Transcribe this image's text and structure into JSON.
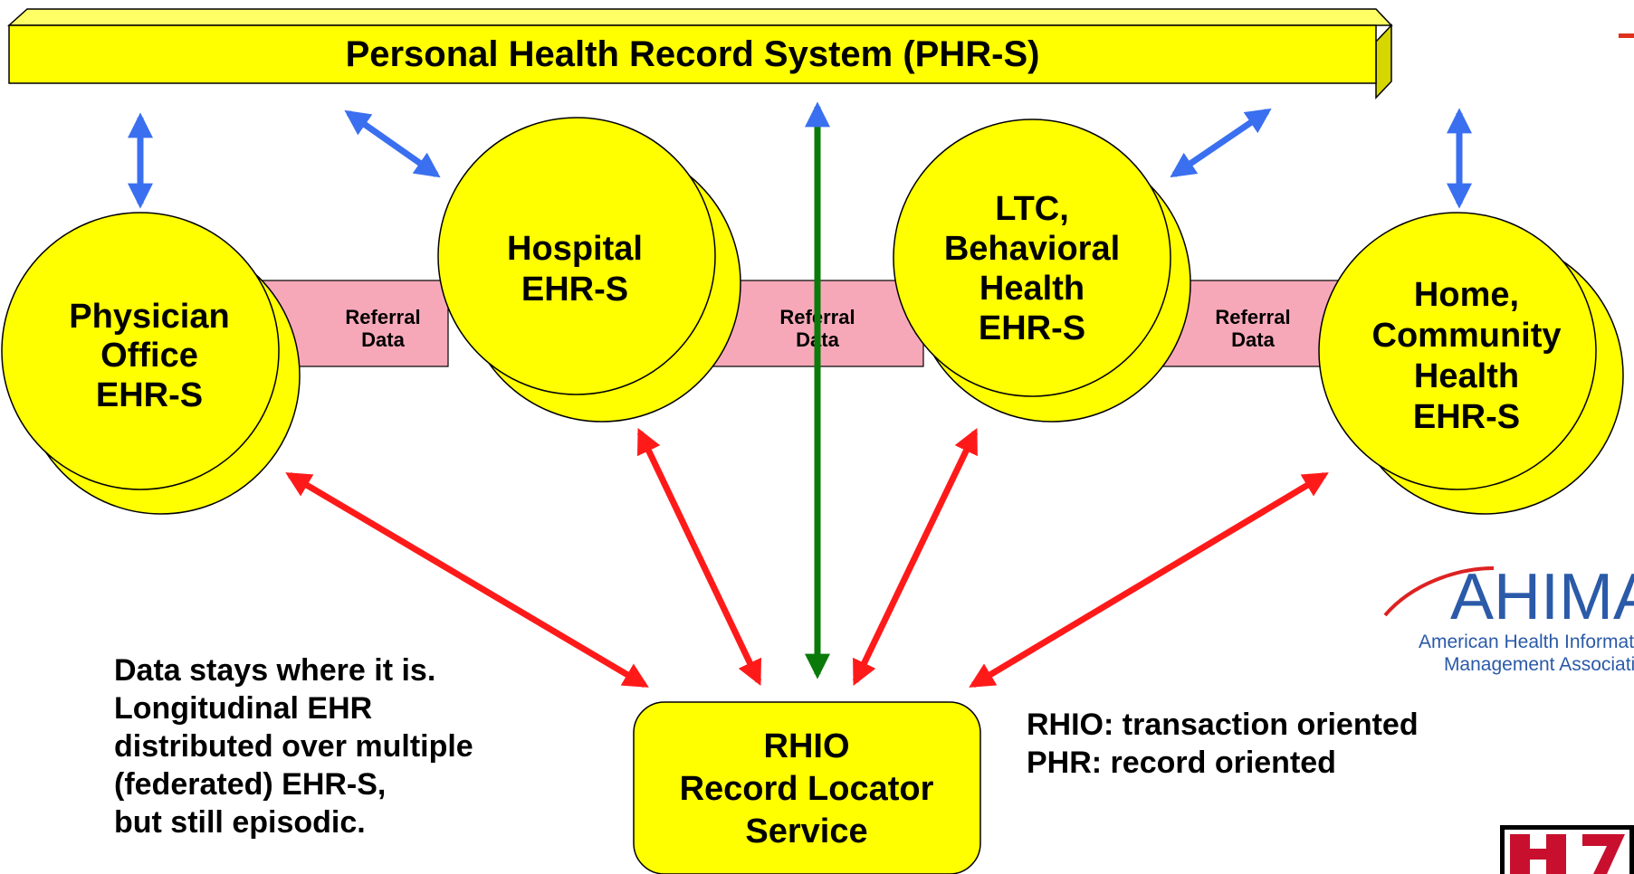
{
  "banner": {
    "title": "Personal Health Record System (PHR-S)"
  },
  "nodes": {
    "physician": [
      "Physician",
      "Office",
      "EHR-S"
    ],
    "hospital": [
      "Hospital",
      "EHR-S"
    ],
    "ltc": [
      "LTC,",
      "Behavioral",
      "Health",
      "EHR-S"
    ],
    "home": [
      "Home,",
      "Community",
      "Health",
      "EHR-S"
    ]
  },
  "referral": {
    "line1": "Referral",
    "line2": "Data"
  },
  "rhio_box": [
    "RHIO",
    "Record Locator",
    "Service"
  ],
  "notes_left": [
    "Data stays where it is.",
    "Longitudinal EHR",
    "distributed over multiple",
    "(federated) EHR-S,",
    "but still episodic."
  ],
  "notes_right": [
    "RHIO: transaction oriented",
    "PHR: record oriented"
  ],
  "logo": {
    "name": "AHIMA",
    "line1": "American Health Information",
    "line2": "Management Association®"
  },
  "colors": {
    "yellow": "#ffff00",
    "pink": "#f7a8b8",
    "blue_arrow": "#3a6ff0",
    "green_arrow": "#0a7a0a",
    "red_arrow": "#ff1a1a"
  }
}
